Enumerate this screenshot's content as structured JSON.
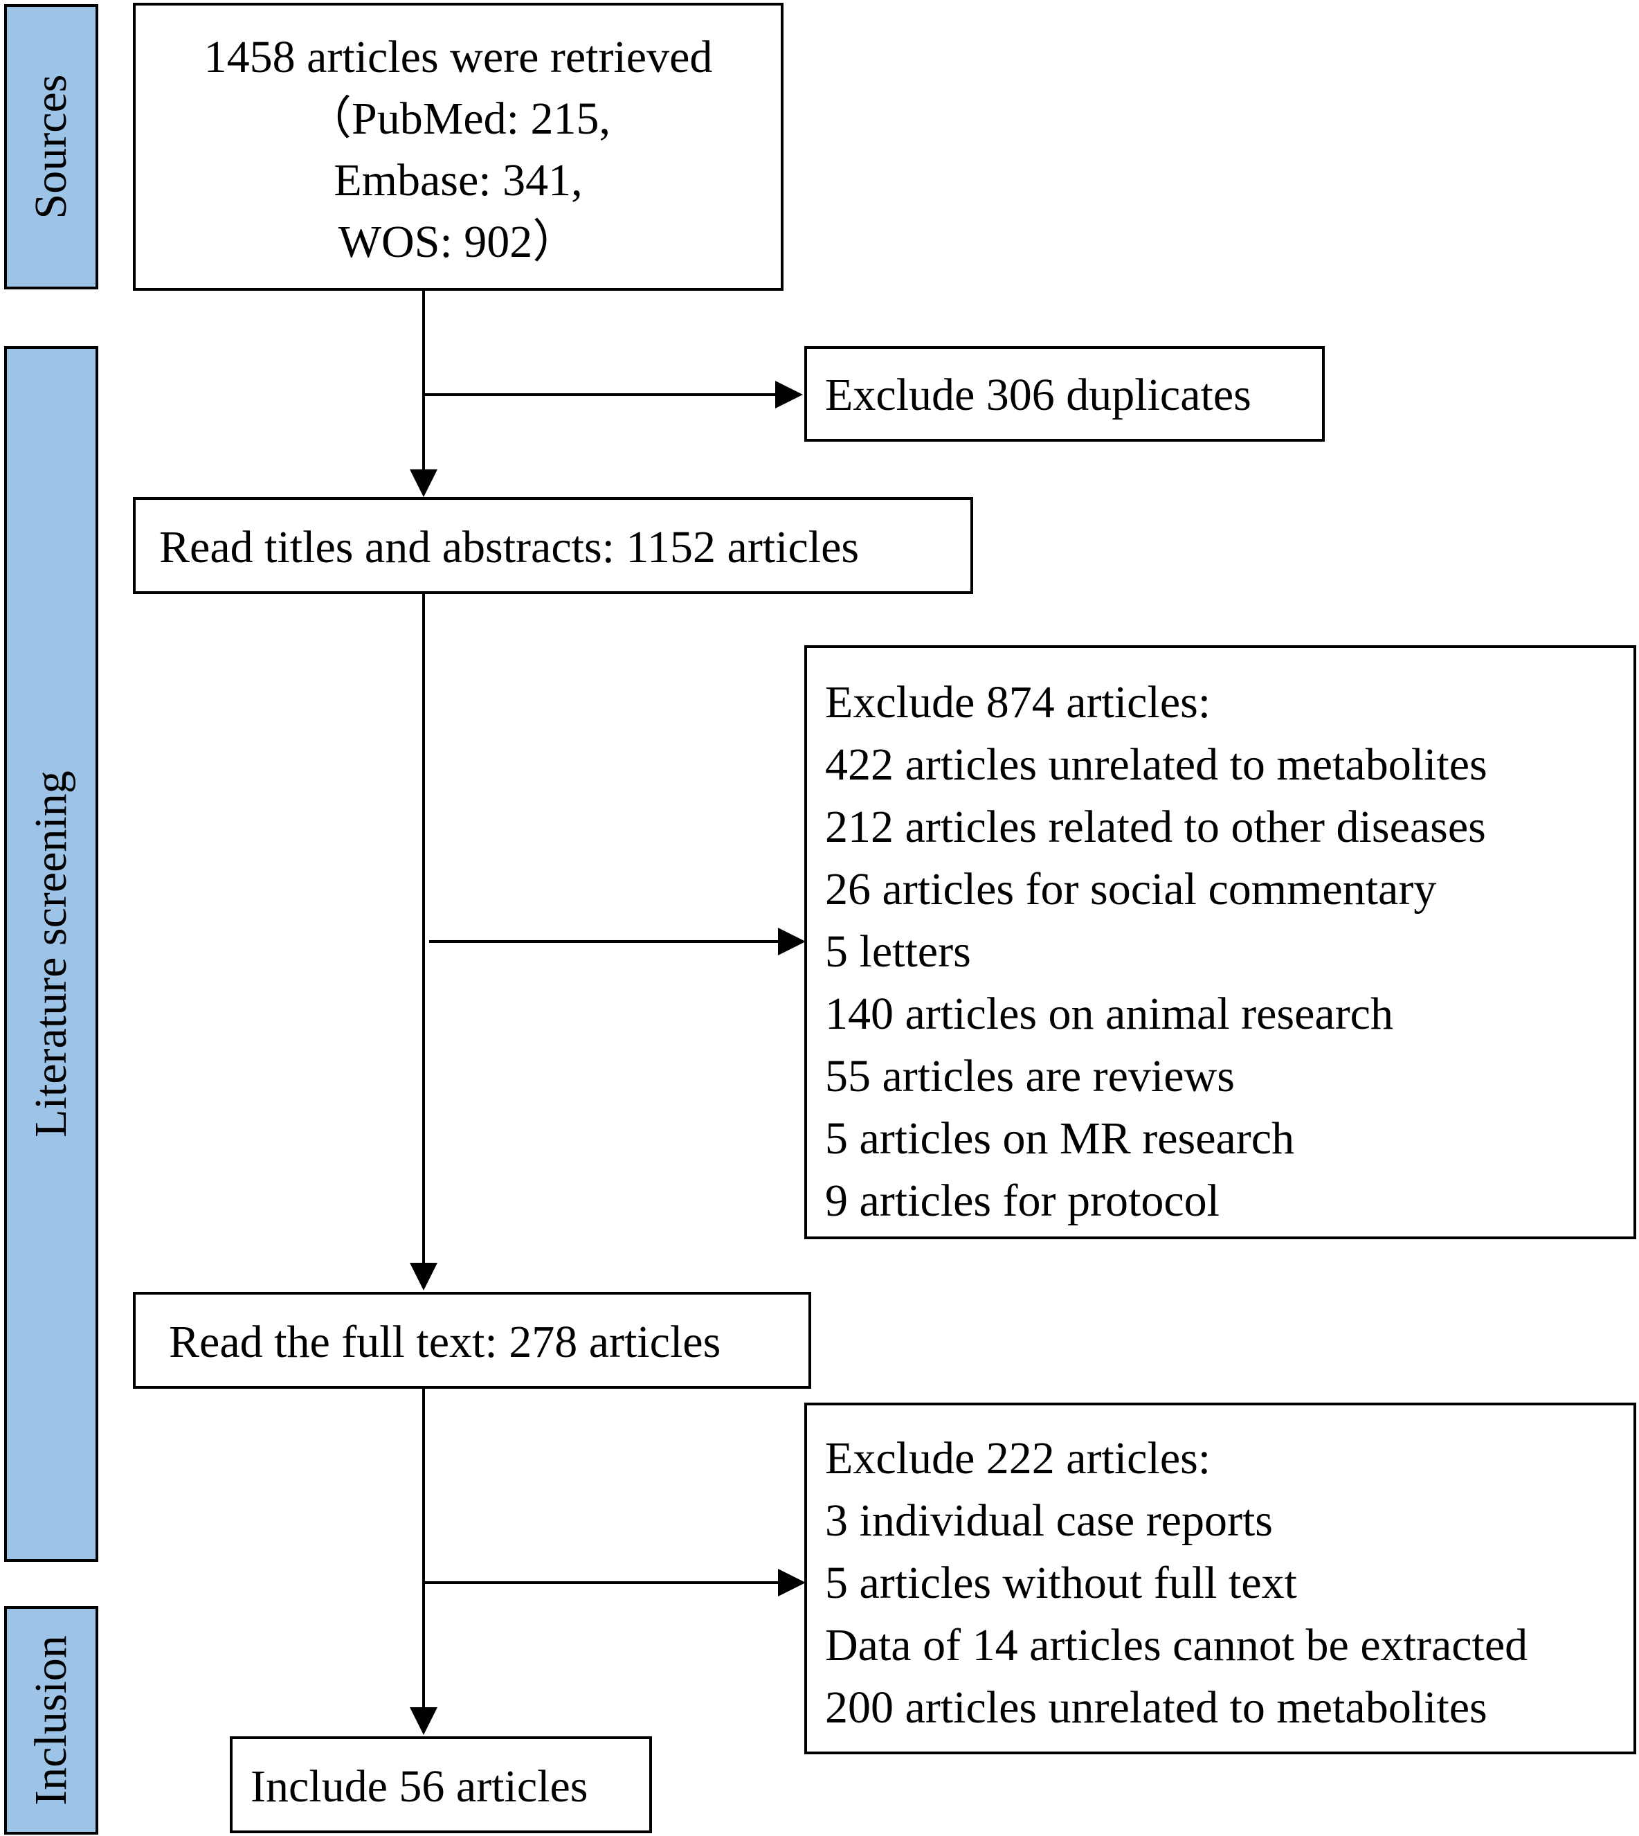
{
  "stages": {
    "sources": "Sources",
    "screening": "Literature screening",
    "inclusion": "Inclusion"
  },
  "retrieved": {
    "lines": [
      "1458 articles were retrieved",
      "（PubMed: 215,",
      "Embase: 341,",
      "WOS: 902）"
    ]
  },
  "duplicates": {
    "text": "Exclude 306 duplicates"
  },
  "titles_abstracts": {
    "text": "Read titles and abstracts: 1152 articles"
  },
  "exclusion_1": {
    "lines": [
      "Exclude 874 articles:",
      "422 articles unrelated to metabolites",
      "212 articles related to other diseases",
      "26 articles for social commentary",
      "5 letters",
      "140 articles on animal research",
      "55 articles are reviews",
      "5 articles on MR research",
      "9 articles for protocol"
    ]
  },
  "full_text": {
    "text": "Read the full text: 278 articles"
  },
  "exclusion_2": {
    "lines": [
      "Exclude 222 articles:",
      "3 individual case reports",
      "5 articles without full text",
      "Data of 14 articles cannot be extracted",
      "200 articles unrelated to metabolites"
    ]
  },
  "included": {
    "text": "Include 56 articles"
  }
}
